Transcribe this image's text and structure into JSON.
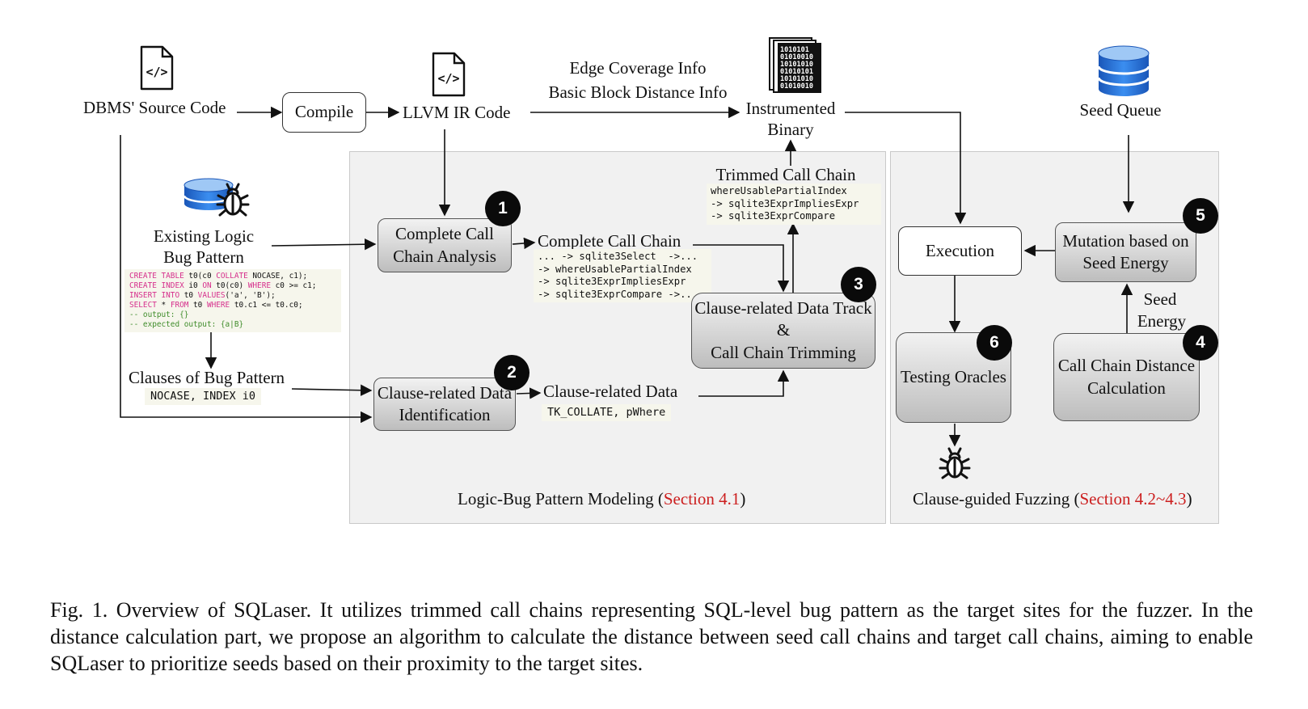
{
  "nodes": {
    "source_code": "DBMS' Source Code",
    "compile": "Compile",
    "llvm_ir": "LLVM IR Code",
    "edge_coverage": "Edge Coverage Info",
    "bb_distance": "Basic Block Distance Info",
    "instrumented_binary_l1": "Instrumented",
    "instrumented_binary_l2": "Binary",
    "seed_queue": "Seed Queue",
    "existing_bug_l1": "Existing Logic",
    "existing_bug_l2": "Bug Pattern",
    "clauses_of_pattern": "Clauses of Bug Pattern",
    "clauses_value": "NOCASE, INDEX i0",
    "complete_chain_analysis_l1": "Complete Call",
    "complete_chain_analysis_l2": "Chain Analysis",
    "complete_call_chain": "Complete Call Chain",
    "trimmed_call_chain": "Trimmed Call Chain",
    "clause_data_identification_l1": "Clause-related Data",
    "clause_data_identification_l2": "Identification",
    "clause_related_data": "Clause-related Data",
    "clause_data_value": "TK_COLLATE, pWhere",
    "track_trim_l1": "Clause-related Data Track",
    "track_trim_l2": "&",
    "track_trim_l3": "Call Chain Trimming",
    "execution": "Execution",
    "mutation_l1": "Mutation based on",
    "mutation_l2": "Seed Energy",
    "seed_energy_l1": "Seed",
    "seed_energy_l2": "Energy",
    "testing_oracles": "Testing Oracles",
    "distance_calc_l1": "Call Chain Distance",
    "distance_calc_l2": "Calculation"
  },
  "badges": [
    "1",
    "2",
    "3",
    "4",
    "5",
    "6"
  ],
  "sql_example": {
    "line1": [
      "CREATE TABLE",
      " t0(c0 ",
      "COLLATE",
      " NOCASE, c1);"
    ],
    "line2": [
      "CREATE INDEX",
      " i0 ",
      "ON",
      " t0(c0) ",
      "WHERE",
      " c0 >= c1;"
    ],
    "line3": [
      "INSERT INTO",
      " t0 ",
      "VALUES",
      "('a', 'B');"
    ],
    "line4": [
      "SELECT",
      " * ",
      "FROM",
      " t0 ",
      "WHERE",
      " t0.c1 <= t0.c0;"
    ],
    "line5": "-- output: {}",
    "line6": "-- expected output: {a|B}"
  },
  "complete_chain_code": [
    "... -> sqlite3Select  ->...",
    "-> whereUsablePartialIndex",
    "-> sqlite3ExprImpliesExpr",
    "-> sqlite3ExprCompare ->..."
  ],
  "trimmed_chain_code": [
    "whereUsablePartialIndex",
    "-> sqlite3ExprImpliesExpr",
    "-> sqlite3ExprCompare"
  ],
  "regions": {
    "left_title": "Logic-Bug Pattern Modeling (",
    "left_section": "Section 4.1",
    "left_close": ")",
    "right_title": "Clause-guided Fuzzing (",
    "right_section": "Section 4.2~4.3",
    "right_close": ")"
  },
  "caption": "Fig. 1. Overview of SQLaser. It utilizes trimmed call chains representing SQL-level bug pattern as the target sites for the fuzzer. In the distance calculation part, we propose an algorithm to calculate the distance between seed call chains and target call chains, aiming to enable SQLaser to prioritize seeds based on their proximity to the target sites.",
  "icons": [
    "code-file-icon",
    "code-file-icon",
    "binary-file-icon",
    "database-icon",
    "database-bug-icon",
    "bug-icon"
  ],
  "colors": {
    "section_ref": "#cc1f1f",
    "db_blue": "#1f6fd6",
    "sql_keyword": "#d62f8c",
    "sql_comment": "#3f8c2a"
  }
}
